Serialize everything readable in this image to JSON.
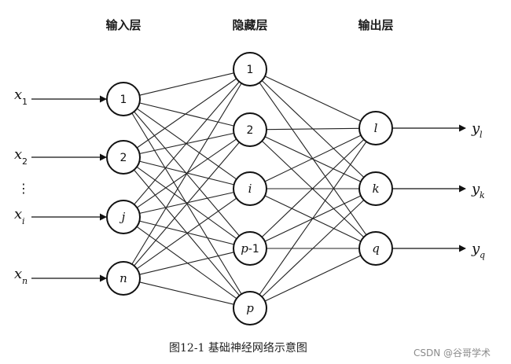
{
  "layers": {
    "input": {
      "title": "输入层",
      "nodes": [
        {
          "label": "1",
          "style": "num"
        },
        {
          "label": "2",
          "style": "num"
        },
        {
          "label": "j",
          "style": "it"
        },
        {
          "label": "n",
          "style": "it"
        }
      ],
      "inputs": [
        {
          "name": "x",
          "sub": "1",
          "sub_style": "num"
        },
        {
          "name": "x",
          "sub": "2",
          "sub_style": "num"
        },
        {
          "name": "x",
          "sub": "i",
          "sub_style": "it"
        },
        {
          "name": "x",
          "sub": "n",
          "sub_style": "it"
        }
      ],
      "ellipsis": "⋮"
    },
    "hidden": {
      "title": "隐藏层",
      "nodes": [
        {
          "label": "1",
          "style": "num"
        },
        {
          "label": "2",
          "style": "num"
        },
        {
          "label": "i",
          "style": "it"
        },
        {
          "label": "p-1",
          "style": "mixed"
        },
        {
          "label": "p",
          "style": "it"
        }
      ]
    },
    "output": {
      "title": "输出层",
      "nodes": [
        {
          "label": "l",
          "style": "it"
        },
        {
          "label": "k",
          "style": "it"
        },
        {
          "label": "q",
          "style": "it"
        }
      ],
      "outputs": [
        {
          "name": "y",
          "sub": "l"
        },
        {
          "name": "y",
          "sub": "k"
        },
        {
          "name": "y",
          "sub": "q"
        }
      ]
    }
  },
  "caption": "图12-1  基础神经网络示意图",
  "watermark": "CSDN @谷哥学术",
  "colors": {
    "line": "#222222",
    "node_fill": "#ffffff",
    "text": "#111111"
  }
}
